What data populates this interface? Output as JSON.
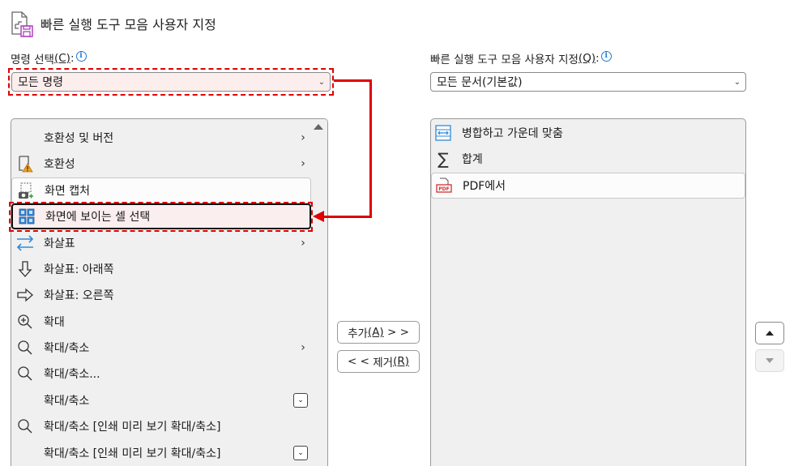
{
  "header": {
    "title": "빠른 실행 도구 모음 사용자 지정",
    "icon": "customize-toolbar-icon"
  },
  "left": {
    "label": "명령 선택",
    "label_accel": "(C)",
    "label_suffix": ":",
    "select_value": "모든 명령",
    "items": [
      {
        "label": "호환성 및 버전",
        "icon": "",
        "trailing": "submenu"
      },
      {
        "label": "호환성",
        "icon": "compatibility-warning-icon",
        "trailing": "submenu"
      },
      {
        "label": "화면 캡처",
        "icon": "screen-capture-icon",
        "trailing": ""
      },
      {
        "label": "화면에 보이는 셀 선택",
        "icon": "select-visible-cells-icon",
        "trailing": ""
      },
      {
        "label": "화살표",
        "icon": "arrows-icon",
        "trailing": "submenu"
      },
      {
        "label": "화살표: 아래쪽",
        "icon": "arrow-down-icon",
        "trailing": ""
      },
      {
        "label": "화살표: 오른쪽",
        "icon": "arrow-right-icon",
        "trailing": ""
      },
      {
        "label": "확대",
        "icon": "zoom-in-icon",
        "trailing": ""
      },
      {
        "label": "확대/축소",
        "icon": "search-icon",
        "trailing": "submenu"
      },
      {
        "label": "확대/축소...",
        "icon": "search-icon",
        "trailing": ""
      },
      {
        "label": "확대/축소",
        "icon": "",
        "trailing": "dropdown"
      },
      {
        "label": "확대/축소 [인쇄 미리 보기 확대/축소]",
        "icon": "search-icon",
        "trailing": ""
      },
      {
        "label": "확대/축소 [인쇄 미리 보기 확대/축소]",
        "icon": "",
        "trailing": "dropdown"
      }
    ]
  },
  "right": {
    "label": "빠른 실행 도구 모음 사용자 지정",
    "label_accel": "(Q)",
    "label_suffix": ":",
    "select_value": "모든 문서(기본값)",
    "items": [
      {
        "label": "병합하고 가운데 맞춤",
        "icon": "merge-center-icon"
      },
      {
        "label": "합계",
        "icon": "sum-icon"
      },
      {
        "label": "PDF에서",
        "icon": "pdf-icon"
      }
    ]
  },
  "buttons": {
    "add_label": "추가",
    "add_accel": "(A)",
    "add_suffix": " > >",
    "remove_prefix": "< < ",
    "remove_label": "제거",
    "remove_accel": "(R)"
  },
  "colors": {
    "highlight_red": "#e00000",
    "info_blue": "#1e7ad6"
  }
}
